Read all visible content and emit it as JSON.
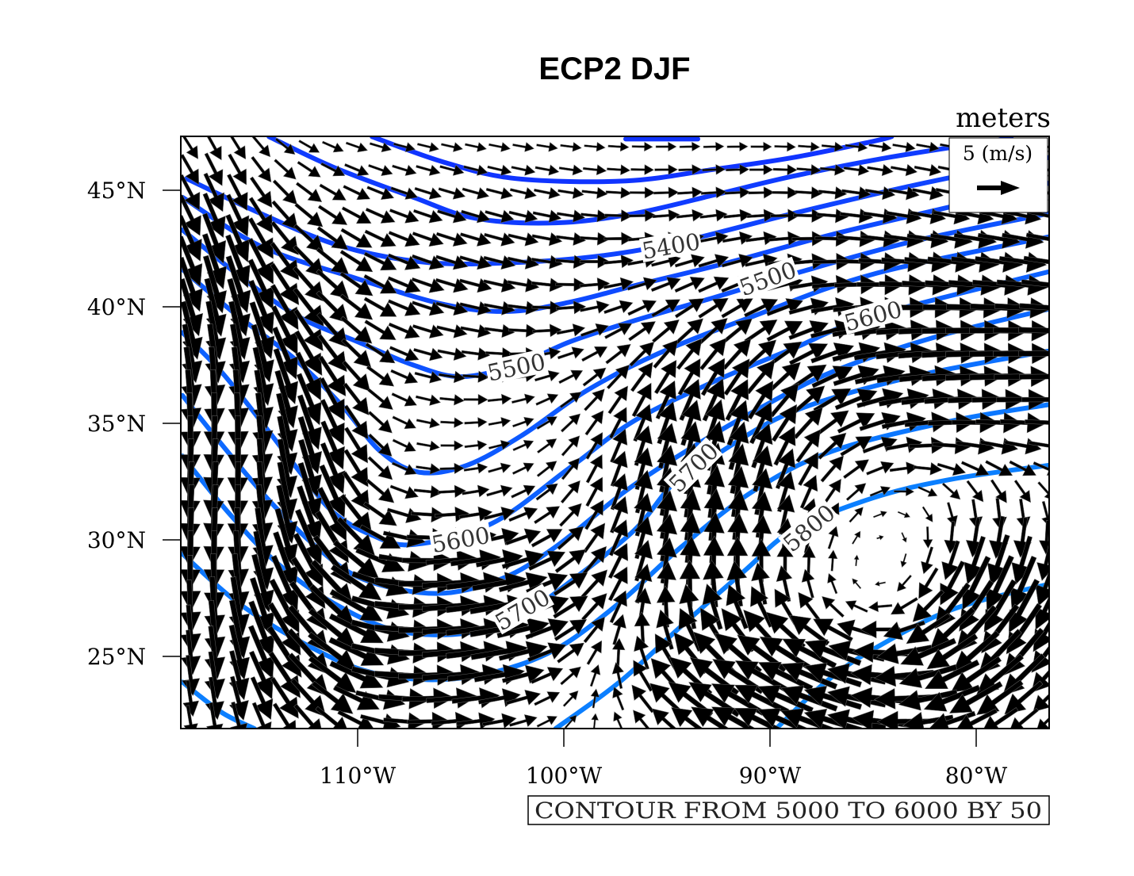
{
  "title": "ECP2 DJF",
  "units_label": "meters",
  "vector_legend": {
    "label": "5 (m/s)",
    "reference_speed": 5
  },
  "contour_info": "CONTOUR FROM 5000 TO 6000 BY 50",
  "chart_data": {
    "type": "map-contour-vector",
    "title": "ECP2 DJF",
    "variable_units": "meters",
    "contour": {
      "min": 5000,
      "max": 6000,
      "interval": 50
    },
    "lon_range": [
      -118.6,
      -76.5
    ],
    "lat_range": [
      21.9,
      47.3
    ],
    "lat_ticks": [
      {
        "value": 45,
        "label": "45°N"
      },
      {
        "value": 40,
        "label": "40°N"
      },
      {
        "value": 35,
        "label": "35°N"
      },
      {
        "value": 30,
        "label": "30°N"
      },
      {
        "value": 25,
        "label": "25°N"
      }
    ],
    "lon_ticks": [
      {
        "value": -110,
        "label": "110°W"
      },
      {
        "value": -100,
        "label": "100°W"
      },
      {
        "value": -90,
        "label": "90°W"
      },
      {
        "value": -80,
        "label": "80°W"
      }
    ],
    "colors": {
      "contour_high": "#0a86ff",
      "contour_low": "#1034ff",
      "vector": "#000000"
    },
    "contour_lines": [
      {
        "level": 5250,
        "points": [
          [
            -97.0,
            47.2
          ],
          [
            -93.5,
            47.2
          ]
        ]
      },
      {
        "level": 5300,
        "points": [
          [
            -109.3,
            47.3
          ],
          [
            -105.8,
            46.2
          ],
          [
            -102.3,
            45.5
          ],
          [
            -97.0,
            45.4
          ],
          [
            -92.7,
            45.9
          ],
          [
            -88.9,
            46.4
          ],
          [
            -85.0,
            47.1
          ],
          [
            -84.1,
            47.3
          ]
        ]
      },
      {
        "level": 5350,
        "points": [
          [
            -114.3,
            47.3
          ],
          [
            -111.2,
            46.0
          ],
          [
            -107.3,
            44.7
          ],
          [
            -104.3,
            43.8
          ],
          [
            -100.4,
            43.6
          ],
          [
            -96.6,
            44.0
          ],
          [
            -92.7,
            44.8
          ],
          [
            -88.9,
            45.6
          ],
          [
            -84.3,
            46.4
          ],
          [
            -79.3,
            47.1
          ],
          [
            -78.3,
            47.3
          ]
        ]
      },
      {
        "level": 5400,
        "points": [
          [
            -118.3,
            45.5
          ],
          [
            -114.7,
            44.0
          ],
          [
            -110.8,
            42.6
          ],
          [
            -106.6,
            41.9
          ],
          [
            -102.3,
            41.9
          ],
          [
            -98.1,
            42.2
          ],
          [
            -94.3,
            42.8
          ],
          [
            -88.9,
            44.0
          ],
          [
            -83.1,
            45.2
          ],
          [
            -76.5,
            46.4
          ]
        ]
      },
      {
        "level": 5450,
        "points": [
          [
            -118.5,
            44.7
          ],
          [
            -114.7,
            42.6
          ],
          [
            -110.0,
            41.2
          ],
          [
            -105.8,
            40.1
          ],
          [
            -102.7,
            39.8
          ],
          [
            -99.7,
            40.2
          ],
          [
            -96.6,
            40.9
          ],
          [
            -92.0,
            41.9
          ],
          [
            -87.0,
            43.1
          ],
          [
            -81.2,
            44.3
          ],
          [
            -76.5,
            45.3
          ]
        ]
      },
      {
        "level": 5500,
        "points": [
          [
            -118.5,
            43.3
          ],
          [
            -115.4,
            41.1
          ],
          [
            -112.7,
            39.5
          ],
          [
            -110.0,
            38.5
          ],
          [
            -107.3,
            37.5
          ],
          [
            -105.0,
            37.0
          ],
          [
            -102.3,
            37.5
          ],
          [
            -99.7,
            38.5
          ],
          [
            -96.6,
            39.4
          ],
          [
            -92.7,
            40.4
          ],
          [
            -88.9,
            41.4
          ],
          [
            -83.1,
            42.8
          ],
          [
            -76.5,
            44.0
          ]
        ]
      },
      {
        "level": 5550,
        "points": [
          [
            -118.5,
            41.6
          ],
          [
            -115.8,
            39.6
          ],
          [
            -113.1,
            37.8
          ],
          [
            -110.8,
            35.8
          ],
          [
            -108.9,
            33.8
          ],
          [
            -107.0,
            32.9
          ],
          [
            -104.7,
            33.2
          ],
          [
            -102.0,
            34.5
          ],
          [
            -98.9,
            36.4
          ],
          [
            -95.4,
            38.0
          ],
          [
            -90.8,
            39.6
          ],
          [
            -85.0,
            41.4
          ],
          [
            -76.5,
            43.0
          ]
        ]
      },
      {
        "level": 5600,
        "points": [
          [
            -118.5,
            38.9
          ],
          [
            -116.6,
            37.2
          ],
          [
            -114.7,
            35.1
          ],
          [
            -112.7,
            32.8
          ],
          [
            -111.2,
            31.2
          ],
          [
            -109.3,
            30.2
          ],
          [
            -107.3,
            29.8
          ],
          [
            -103.5,
            30.7
          ],
          [
            -99.7,
            33.1
          ],
          [
            -96.6,
            35.1
          ],
          [
            -92.7,
            36.8
          ],
          [
            -88.9,
            38.2
          ],
          [
            -85.0,
            39.6
          ],
          [
            -76.5,
            41.5
          ]
        ]
      },
      {
        "level": 5650,
        "points": [
          [
            -118.5,
            36.2
          ],
          [
            -116.6,
            34.1
          ],
          [
            -114.3,
            31.7
          ],
          [
            -112.0,
            29.7
          ],
          [
            -109.7,
            28.3
          ],
          [
            -106.2,
            27.7
          ],
          [
            -103.1,
            28.3
          ],
          [
            -100.4,
            29.7
          ],
          [
            -97.0,
            32.1
          ],
          [
            -93.9,
            33.9
          ],
          [
            -90.8,
            35.5
          ],
          [
            -87.0,
            37.2
          ],
          [
            -82.0,
            38.7
          ],
          [
            -76.5,
            39.9
          ]
        ]
      },
      {
        "level": 5700,
        "points": [
          [
            -118.5,
            33.6
          ],
          [
            -116.2,
            31.1
          ],
          [
            -113.9,
            29.0
          ],
          [
            -111.2,
            27.3
          ],
          [
            -108.1,
            26.1
          ],
          [
            -104.7,
            26.0
          ],
          [
            -102.0,
            26.8
          ],
          [
            -99.7,
            28.2
          ],
          [
            -96.6,
            30.4
          ],
          [
            -94.7,
            32.4
          ],
          [
            -92.7,
            33.6
          ],
          [
            -88.9,
            35.5
          ],
          [
            -83.1,
            37.0
          ],
          [
            -76.5,
            38.1
          ]
        ]
      },
      {
        "level": 5750,
        "points": [
          [
            -118.5,
            29.4
          ],
          [
            -115.8,
            27.3
          ],
          [
            -112.7,
            25.6
          ],
          [
            -109.7,
            24.4
          ],
          [
            -106.6,
            24.0
          ],
          [
            -103.5,
            24.3
          ],
          [
            -100.4,
            25.3
          ],
          [
            -97.3,
            27.3
          ],
          [
            -94.3,
            29.7
          ],
          [
            -90.8,
            32.1
          ],
          [
            -87.0,
            33.8
          ],
          [
            -81.2,
            35.1
          ],
          [
            -76.5,
            35.8
          ]
        ]
      },
      {
        "level": 5800,
        "points": [
          [
            -118.5,
            23.9
          ],
          [
            -116.6,
            22.6
          ],
          [
            -115.0,
            21.9
          ]
        ]
      },
      {
        "level": 5800,
        "points": [
          [
            -100.4,
            21.9
          ],
          [
            -97.3,
            23.9
          ],
          [
            -94.3,
            26.3
          ],
          [
            -91.2,
            28.7
          ],
          [
            -88.9,
            30.4
          ],
          [
            -85.0,
            31.8
          ],
          [
            -81.2,
            32.6
          ],
          [
            -76.5,
            33.2
          ]
        ]
      },
      {
        "level": 5850,
        "points": [
          [
            -89.7,
            21.9
          ],
          [
            -87.3,
            23.9
          ],
          [
            -85.0,
            25.3
          ],
          [
            -81.2,
            27.0
          ],
          [
            -76.5,
            28.1
          ]
        ]
      }
    ],
    "contour_labels": [
      {
        "text": "5400",
        "lon": -94.8,
        "lat": 42.6
      },
      {
        "text": "5500",
        "lon": -102.3,
        "lat": 37.4
      },
      {
        "text": "5500",
        "lon": -90.1,
        "lat": 41.2
      },
      {
        "text": "5600",
        "lon": -85.0,
        "lat": 39.6
      },
      {
        "text": "5600",
        "lon": -105.0,
        "lat": 30.0
      },
      {
        "text": "5700",
        "lon": -102.0,
        "lat": 27.0
      },
      {
        "text": "5700",
        "lon": -93.7,
        "lat": 33.1
      },
      {
        "text": "5800",
        "lon": -88.1,
        "lat": 30.5
      }
    ]
  }
}
